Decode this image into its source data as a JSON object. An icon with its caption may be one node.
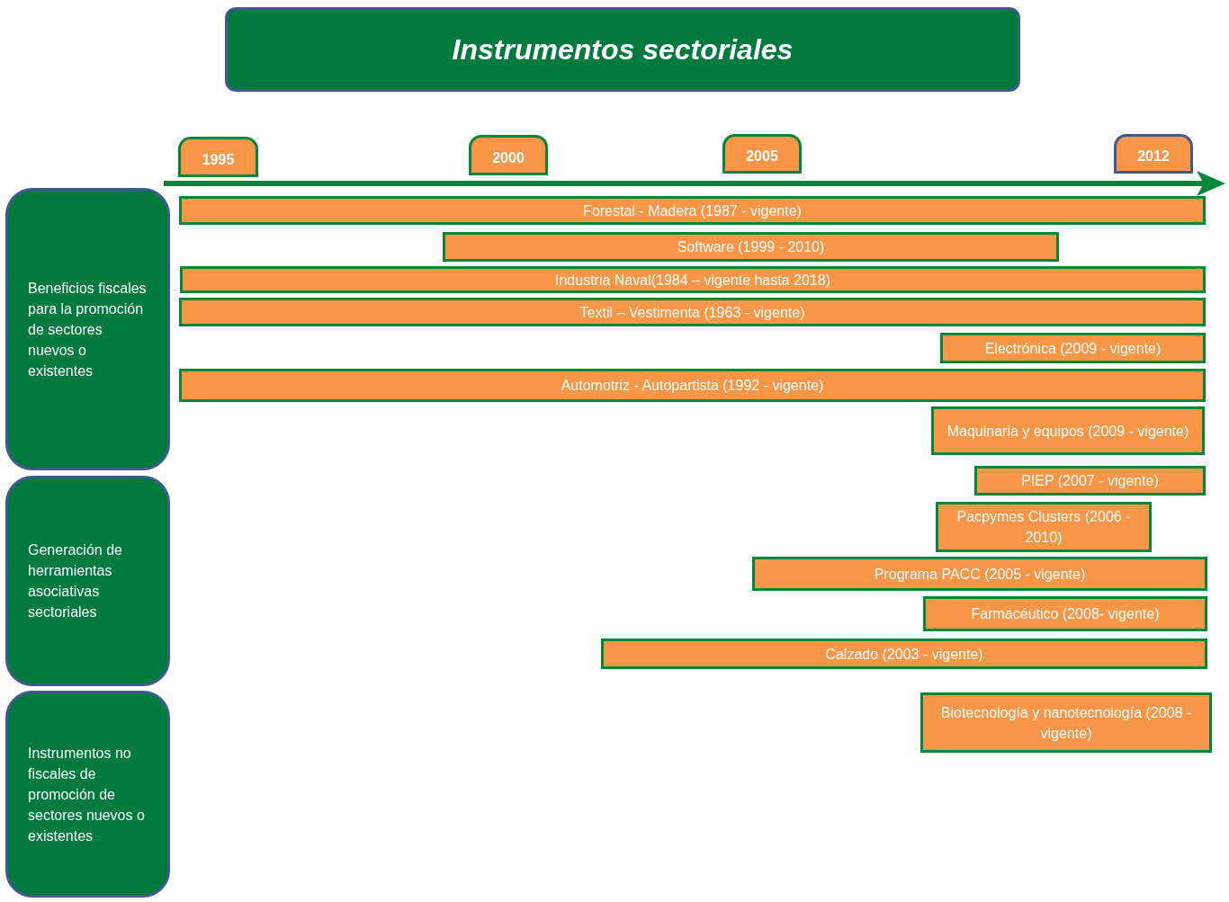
{
  "diagram": {
    "title": "Instrumentos sectoriales",
    "nodes": [
      {
        "text": [
          "1995"
        ]
      },
      {
        "text": [
          "2000"
        ]
      },
      {
        "text": [
          "2005"
        ]
      },
      {
        "text": [
          "2012"
        ]
      },
      {
        "text": [
          "Beneficios fiscales para la promoción de sectores nuevos o existentes"
        ]
      },
      {
        "text": [
          "Forestal  - Madera (1987 - vigente)"
        ]
      },
      {
        "text": [
          "Software (1999 - 2010)"
        ]
      },
      {
        "text": [
          "Industria Naval(1984 – vigente hasta 2018)"
        ]
      },
      {
        "text": [
          "Textil – Vestimenta (1963 - vigente)"
        ]
      },
      {
        "text": [
          "Electrónica (2009 - vigente)"
        ]
      },
      {
        "text": [
          "Automotriz - Autopartista (1992 - vigente)"
        ]
      },
      {
        "text": [
          "Maquinaria y equipos (2009 - vigente)"
        ]
      },
      {
        "text": [
          "PIEP (2007 - vigente)"
        ]
      },
      {
        "text": [
          "Generación de herramientas asociativas sectoriales"
        ]
      },
      {
        "text": [
          "Pacpymes Clusters (2006 - 2010)"
        ]
      },
      {
        "text": [
          "Programa PACC (2005 - vigente)"
        ]
      },
      {
        "text": [
          "Farmacéutico (2008- vigente)"
        ]
      },
      {
        "text": [
          "Calzado (2003 - vigente)"
        ]
      },
      {
        "text": [
          "Instrumentos no fiscales de promoción de sectores nuevos o existentes"
        ]
      },
      {
        "text": [
          "Biotecnología y nanotecnología (2008 - vigente)"
        ]
      }
    ]
  }
}
